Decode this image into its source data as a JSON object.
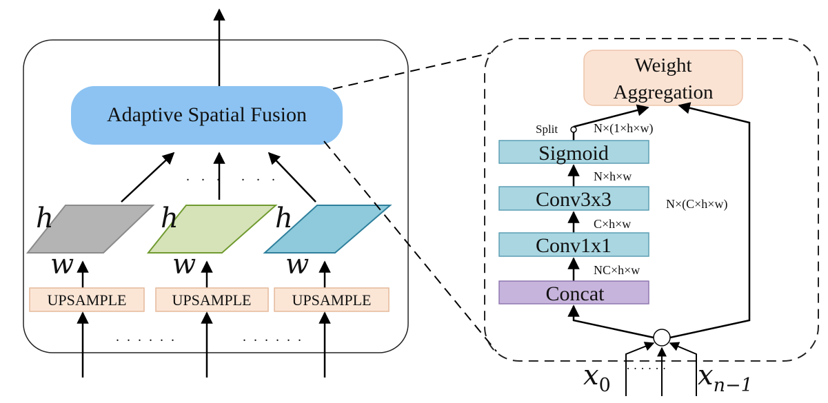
{
  "left_panel": {
    "fusion_label": "Adaptive Spatial Fusion",
    "dots_top": ". . .",
    "dots_bottom": ". . . . . .",
    "branches": [
      {
        "h_label": "h",
        "w_label": "w",
        "upsample_label": "UPSAMPLE",
        "fill": "#b4b4b4",
        "stroke": "#8a8a8a"
      },
      {
        "h_label": "h",
        "w_label": "w",
        "upsample_label": "UPSAMPLE",
        "fill": "#d6e2b8",
        "stroke": "#6f9a2e"
      },
      {
        "h_label": "h",
        "w_label": "w",
        "upsample_label": "UPSAMPLE",
        "fill": "#8ecadb",
        "stroke": "#2e7f9c"
      }
    ]
  },
  "right_panel": {
    "weight_aggregation": [
      "Weight",
      "Aggregation"
    ],
    "split_label": "Split",
    "dim_split": "N×(1×h×w)",
    "sigmoid_label": "Sigmoid",
    "dim_sigmoid_in": "N×h×w",
    "conv3_label": "Conv3x3",
    "dim_conv3_in": "C×h×w",
    "conv1_label": "Conv1x1",
    "dim_conv1_in": "NC×h×w",
    "concat_label": "Concat",
    "dim_skip": "N×(C×h×w)",
    "x0_main": "x",
    "x0_sub": "0",
    "xn_main": "x",
    "xn_sub": "n−1",
    "x_dots": "· · · · · ·"
  },
  "colors": {
    "fusion_fill": "#8cc3f2",
    "upsample_fill": "#fbe6d6",
    "upsample_stroke": "#e5b99a",
    "weight_fill": "#fbe3d3",
    "weight_stroke": "#eec5ab",
    "block_fill": "#a9d6e1",
    "block_stroke": "#5c9db4",
    "concat_fill": "#c7b4dc",
    "concat_stroke": "#8e76b0"
  }
}
